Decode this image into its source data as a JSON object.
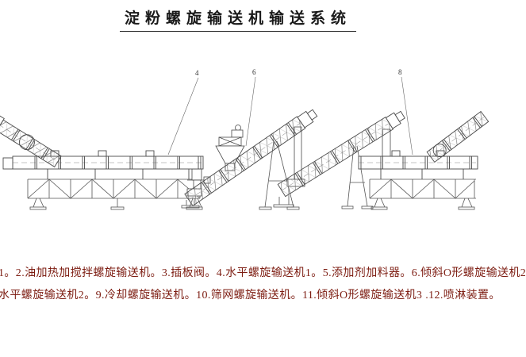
{
  "title": "淀粉螺旋输送机输送系统",
  "callouts": [
    {
      "label": "4",
      "target": "horizontal-screw-conveyor-1"
    },
    {
      "label": "6",
      "target": "inclined-o-screw-conveyor-2"
    },
    {
      "label": "8",
      "target": "horizontal-screw-conveyor-2"
    }
  ],
  "caption": {
    "line1": "1。2.油加热加搅拌螺旋输送机。3.插板阀。4.水平螺旋输送机1。5.添加剂加料器。6.倾斜O形螺旋输送机2",
    "line2": "水平螺旋输送机2。9.冷却螺旋输送机。10.筛网螺旋输送机。11.倾斜O形螺旋输送机3 .12.喷淋装置。"
  },
  "colors": {
    "background": "#ffffff",
    "line": "#4a4a4a",
    "caption_text": "#7d1d12",
    "title_text": "#1a1a1a"
  }
}
